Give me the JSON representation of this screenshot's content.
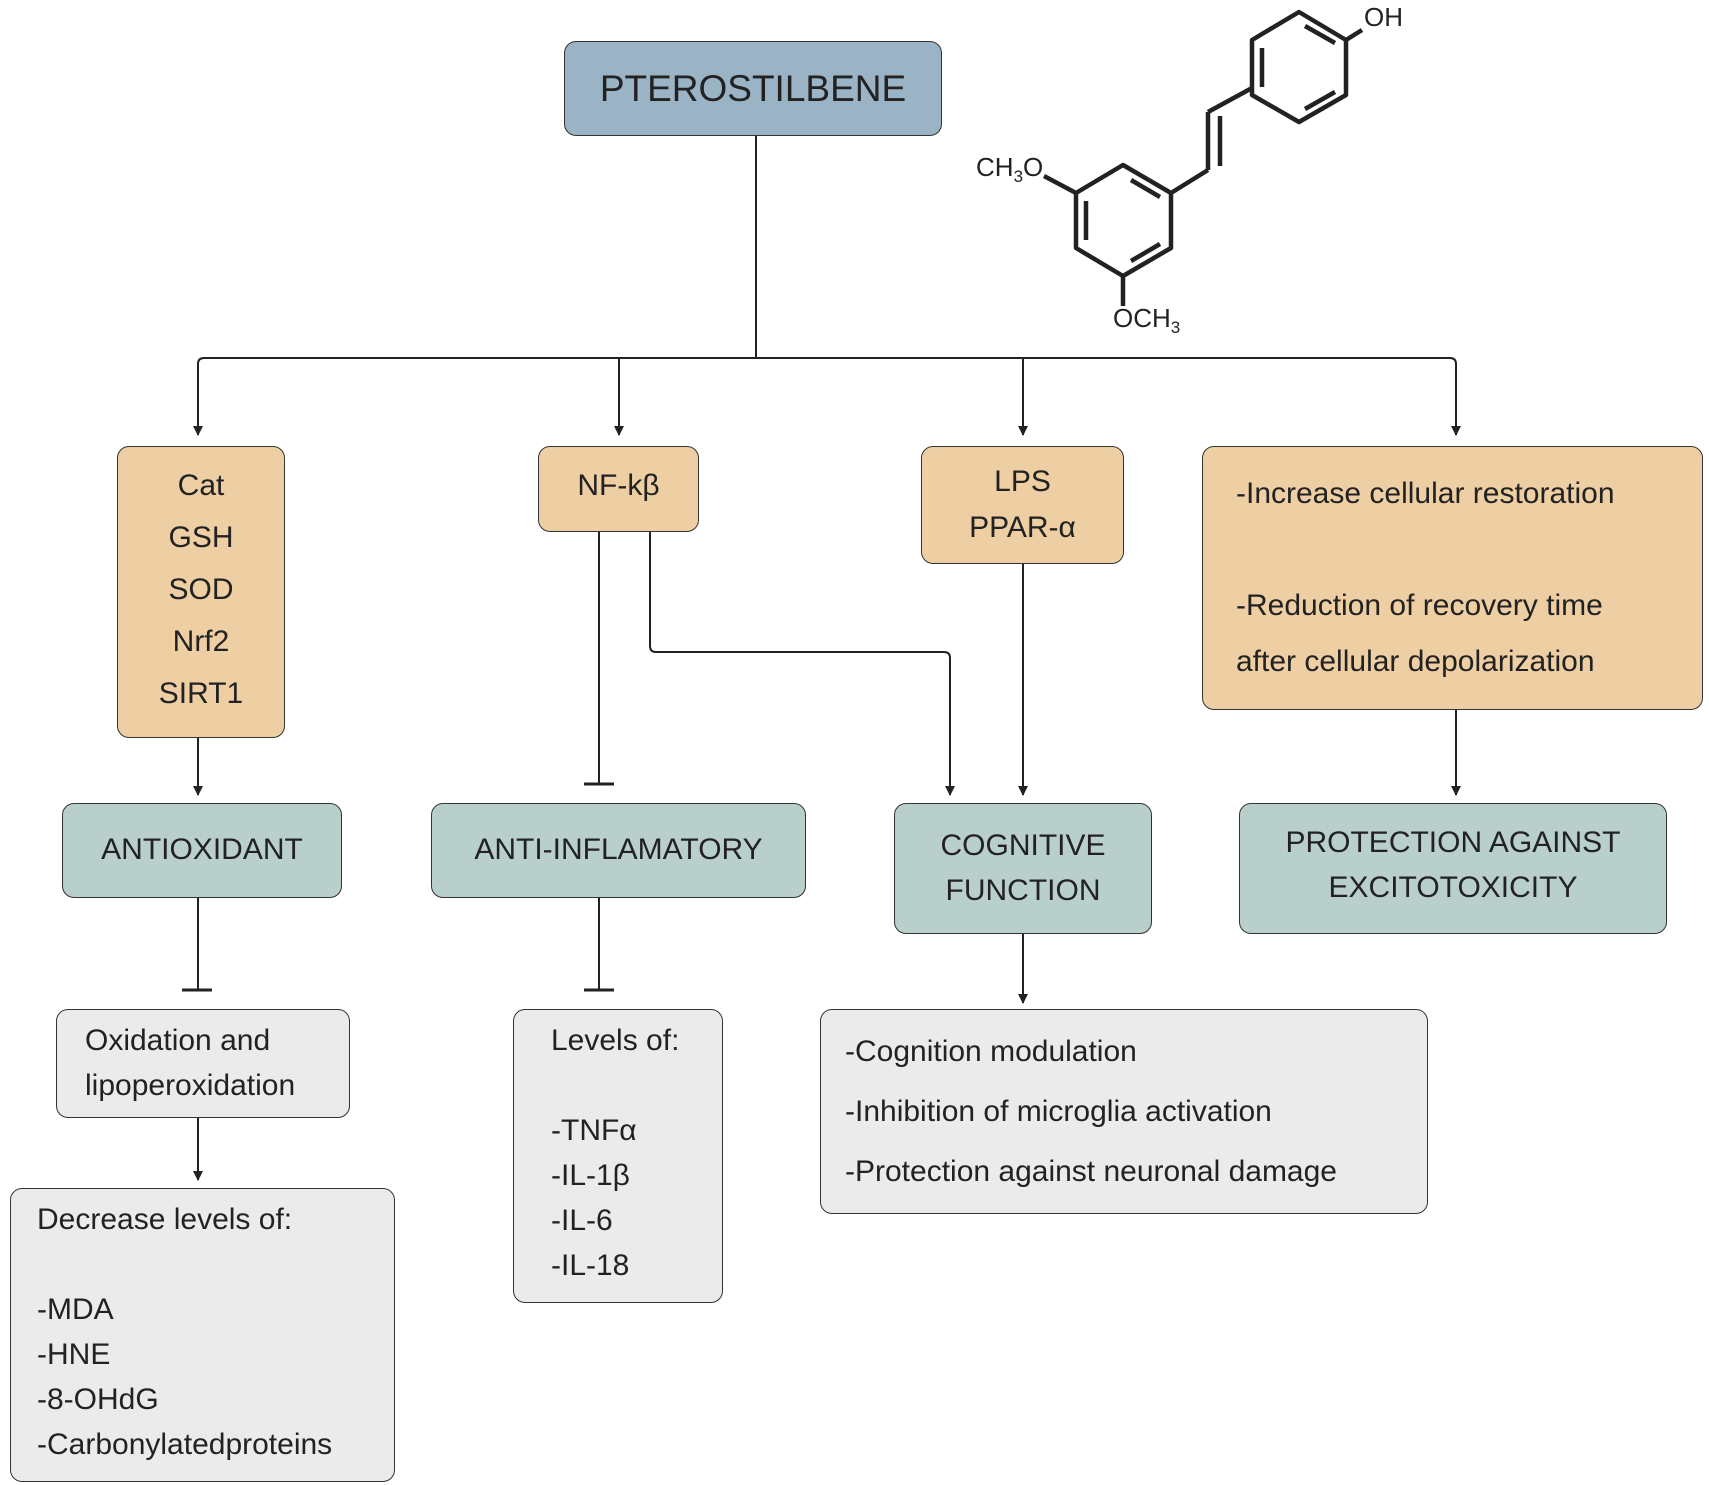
{
  "title": "PTEROSTILBENE",
  "molecule": {
    "oh": "OH",
    "methoxy_left_1": "CH",
    "methoxy_left_sub": "3",
    "methoxy_left_2": "O",
    "methoxy_bottom_1": "OCH",
    "methoxy_bottom_sub": "3"
  },
  "mediators": {
    "enzymes": [
      "Cat",
      "GSH",
      "SOD",
      "Nrf2",
      "SIRT1"
    ],
    "nfkb": "NF-kβ",
    "lps_ppar": [
      "LPS",
      "PPAR-α"
    ],
    "restoration": [
      "-Increase cellular restoration",
      "-Reduction of recovery time",
      "after cellular depolarization"
    ]
  },
  "effects": {
    "antioxidant": "ANTIOXIDANT",
    "antiinflam": "ANTI-INFLAMATORY",
    "cognitive": [
      "COGNITIVE",
      "FUNCTION"
    ],
    "protection": [
      "PROTECTION AGAINST",
      "EXCITOTOXICITY"
    ]
  },
  "outcomes": {
    "oxidation": [
      "Oxidation and",
      "lipoperoxidation"
    ],
    "decrease": [
      "Decrease levels of:",
      "-MDA",
      "-HNE",
      "-8-OHdG",
      "-Carbonylatedproteins"
    ],
    "levels": [
      "Levels of:",
      "-TNFα",
      "-IL-1β",
      "-IL-6",
      "-IL-18"
    ],
    "cognition": [
      "-Cognition modulation",
      "-Inhibition of microglia activation",
      "-Protection against neuronal damage"
    ]
  },
  "colors": {
    "title_box": "#9ab4c6",
    "mediator_box": "#eecfa4",
    "effect_box": "#b9cfcc",
    "outcome_box": "#ebebeb",
    "line": "#222222"
  }
}
